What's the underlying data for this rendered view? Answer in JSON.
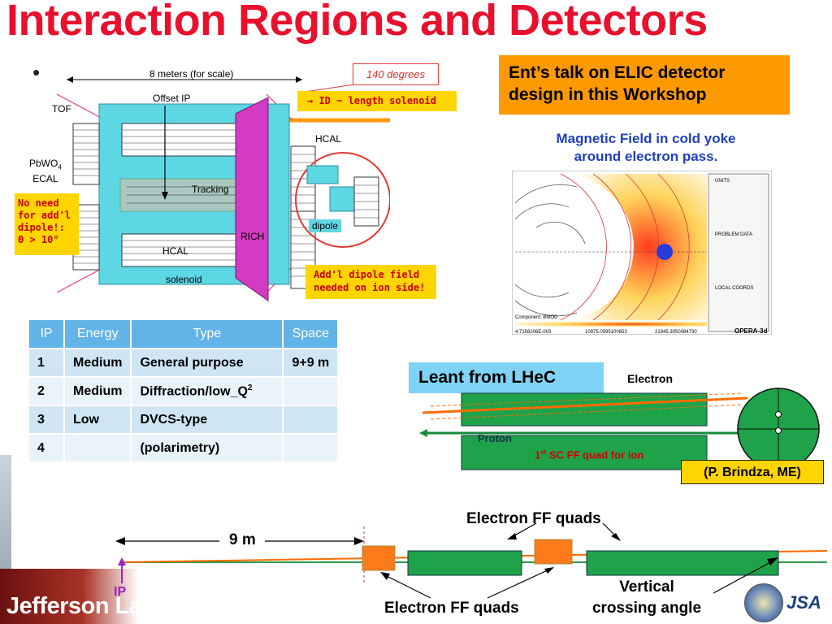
{
  "slide": {
    "title": "Interaction Regions and Detectors",
    "bullet": "•",
    "logo_text": "Jefferson Lab",
    "jsa_logo": "JSA"
  },
  "detector": {
    "scale_label": "8 meters (for scale)",
    "angle_label": "140 degrees",
    "offset_ip_label": "Offset IP",
    "id_callout": "→ ID ~ length solenoid",
    "tof_label": "TOF",
    "ecal_label_line1": "PbWO",
    "ecal_label_sub": "4",
    "ecal_label_line2": "ECAL",
    "tracking_label": "Tracking",
    "rich_label": "RICH",
    "hcal_inner_label": "HCAL",
    "hcal_outer_label": "HCAL",
    "solenoid_label": "solenoid",
    "dipole_label": "dipole",
    "no_need_lines": [
      "No need",
      "for add'l",
      "dipole!:",
      "Θ > 10°"
    ],
    "addl_lines": [
      "Add'l dipole field",
      "needed on ion side!"
    ],
    "colors": {
      "cyan": "#5ed7e4",
      "magenta": "#d33bc3",
      "yellow": "#ffd500",
      "red_text": "#cc0000"
    }
  },
  "ip_table": {
    "headers": [
      "IP",
      "Energy",
      "Type",
      "Space"
    ],
    "rows": [
      {
        "ip": "1",
        "energy": "Medium",
        "type": "General purpose",
        "space": "9+9 m"
      },
      {
        "ip": "2",
        "energy": "Medium",
        "type": "Diffraction/low_Q",
        "type_sup": "2",
        "space": ""
      },
      {
        "ip": "3",
        "energy": "Low",
        "type": "DVCS-type",
        "space": ""
      },
      {
        "ip": "4",
        "energy": "",
        "type": "(polarimetry)",
        "space": ""
      }
    ]
  },
  "ent_talk": [
    "Ent’s talk on ELIC detector",
    "design in this Workshop"
  ],
  "magnetic_field": {
    "title_lines": [
      "Magnetic Field in cold yoke",
      "around electron pass."
    ],
    "component_label": "Component: BMOD",
    "scale_left": "4.7158206E-003",
    "scale_mid": "10975.0595100653",
    "scale_right": "21945.3050084730",
    "software_label": "OPERA-3d",
    "legend_units": "UNITS",
    "legend_problem": "PROBLEM DATA",
    "legend_local": "LOCAL COORDS"
  },
  "lhec": {
    "box_label": "Leant from LHeC",
    "electron_label": "Electron",
    "proton_label": "Proton",
    "quad_label": "1",
    "quad_label_sup": "st",
    "quad_label_rest": " SC FF quad for ion",
    "credit": "(P. Brindza, ME)"
  },
  "ff_quads": {
    "top_label": "Electron FF quads",
    "bottom_label": "Electron FF quads",
    "distance_label": "9 m",
    "ip_label": "IP",
    "crossing_line1": "Vertical",
    "crossing_line2": "crossing angle"
  }
}
